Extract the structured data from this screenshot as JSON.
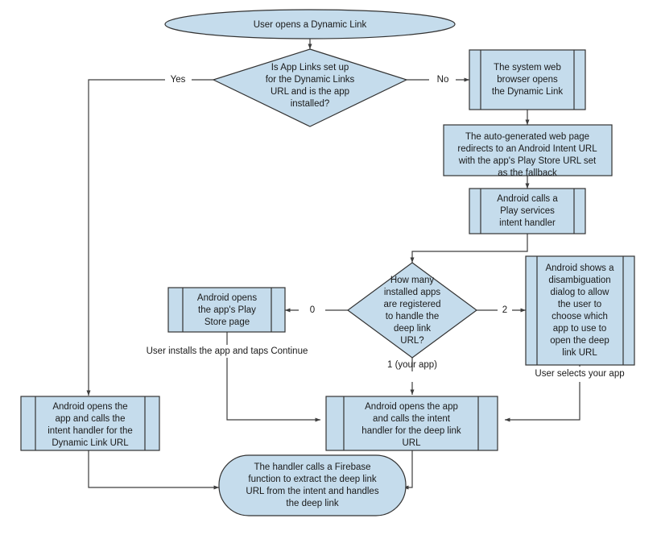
{
  "diagram": {
    "title": "Firebase Dynamic Links Android flow",
    "colors": {
      "node_fill": "#c5dcec",
      "node_stroke": "#333333",
      "edge_stroke": "#3d3d3d",
      "text": "#1a1a1a",
      "background": "#ffffff"
    },
    "nodes": [
      {
        "id": "start",
        "shape": "ellipse",
        "lines": [
          "User opens a Dynamic Link"
        ]
      },
      {
        "id": "decision_app_links",
        "shape": "diamond",
        "lines": [
          "Is App Links set up",
          "for the Dynamic Links",
          "URL and is the app",
          "installed?"
        ]
      },
      {
        "id": "web_browser_opens",
        "shape": "subroutine",
        "lines": [
          "The system web",
          "browser opens",
          "the Dynamic Link"
        ]
      },
      {
        "id": "auto_generated_page",
        "shape": "rect",
        "lines": [
          "The auto-generated web page",
          "redirects to an Android Intent URL",
          "with the app's Play Store URL set",
          "as the fallback"
        ]
      },
      {
        "id": "play_services_handler",
        "shape": "subroutine",
        "lines": [
          "Android calls a",
          "Play services",
          "intent handler"
        ]
      },
      {
        "id": "decision_how_many_apps",
        "shape": "diamond",
        "lines": [
          "How many",
          "installed apps",
          "are registered",
          "to handle the",
          "deep link",
          "URL?"
        ]
      },
      {
        "id": "play_store_page",
        "shape": "subroutine",
        "lines": [
          "Android opens",
          "the app's Play",
          "Store page"
        ]
      },
      {
        "id": "disambiguation_dialog",
        "shape": "subroutine",
        "lines": [
          "Android shows a",
          "disambiguation",
          "dialog to allow",
          "the user to",
          "choose which",
          "app to use to",
          "open the deep",
          "link URL"
        ]
      },
      {
        "id": "open_app_dynamic_link",
        "shape": "subroutine",
        "lines": [
          "Android opens the",
          "app and calls the",
          "intent handler for the",
          "Dynamic Link URL"
        ]
      },
      {
        "id": "open_app_deep_link",
        "shape": "subroutine",
        "lines": [
          "Android opens the app",
          "and calls the intent",
          "handler for the deep link",
          "URL"
        ]
      },
      {
        "id": "handler_firebase",
        "shape": "rounded",
        "lines": [
          "The handler calls a Firebase",
          "function to extract the deep link",
          "URL from the intent and handles",
          "the deep link"
        ]
      }
    ],
    "edge_labels": [
      {
        "id": "yes",
        "text": "Yes"
      },
      {
        "id": "no",
        "text": "No"
      },
      {
        "id": "zero",
        "text": "0"
      },
      {
        "id": "two",
        "text": "2"
      },
      {
        "id": "one_your_app",
        "text": "1 (your app)"
      },
      {
        "id": "user_installs",
        "text": "User installs the app and taps Continue"
      },
      {
        "id": "user_selects",
        "text": "User selects your app"
      }
    ]
  }
}
